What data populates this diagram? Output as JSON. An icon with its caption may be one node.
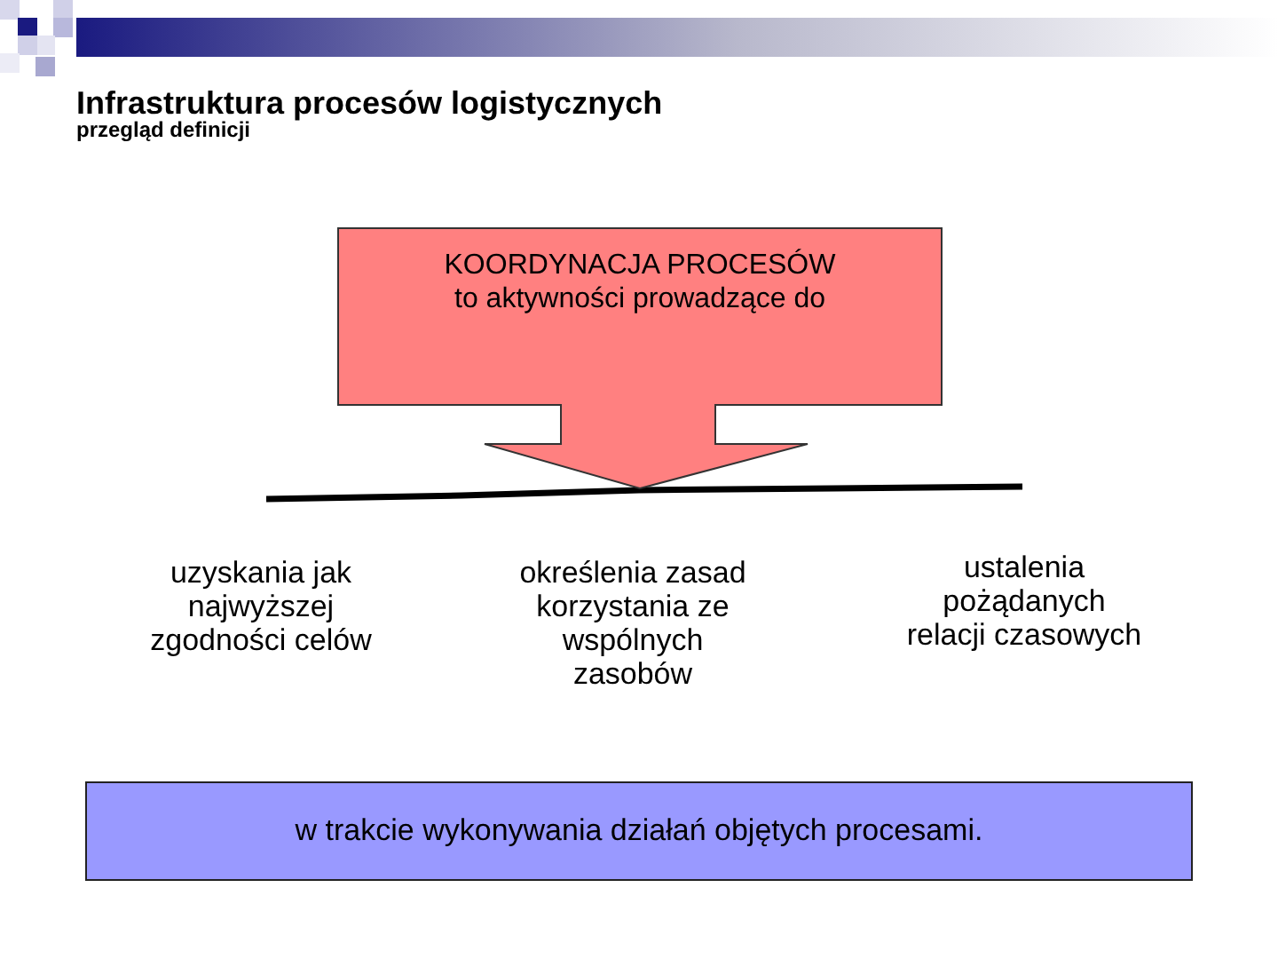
{
  "diagram": {
    "title": "Infrastruktura procesów logistycznych",
    "nodes": [
      {
        "text": [
          "KOORDYNACJA PROCESÓW to aktywności prowadzące do"
        ]
      },
      {
        "text": [
          "w trakcie wykonywania działań objętych procesami."
        ]
      }
    ],
    "labels": [
      "przegląd definicji",
      "uzyskania jak najwyższej zgodności celów",
      "określenia zasad korzystania ze wspólnych zasobów",
      "ustalenia pożądanych relacji czasowych"
    ]
  }
}
